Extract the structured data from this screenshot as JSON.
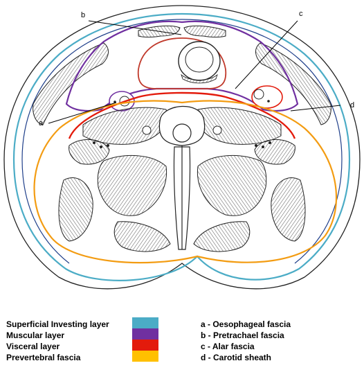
{
  "labels": {
    "a": "a",
    "b": "b",
    "c": "c",
    "d": "d"
  },
  "legend": {
    "layers": [
      {
        "name": "Superficial Investing layer",
        "color": "#4bacc6"
      },
      {
        "name": "Muscular layer",
        "color": "#7030a0"
      },
      {
        "name": "Visceral layer",
        "color": "#e31b0c"
      },
      {
        "name": "Prevertebral fascia",
        "color": "#ffc000"
      }
    ],
    "keys": [
      "a - Oesophageal fascia",
      "b - Pretrachael fascia",
      "c - Alar fascia",
      "d - Carotid sheath"
    ]
  }
}
